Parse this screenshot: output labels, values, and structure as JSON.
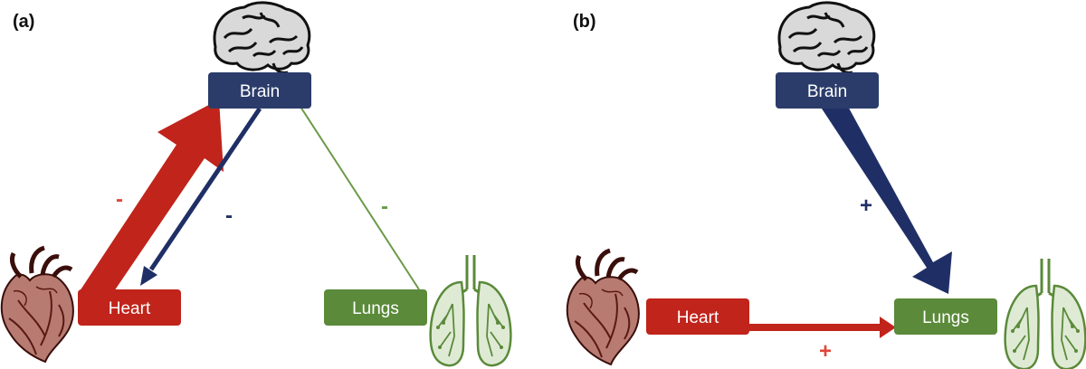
{
  "panels": [
    {
      "label": "(a)",
      "nodes": {
        "brain": "Brain",
        "heart": "Heart",
        "lungs": "Lungs"
      },
      "edges": [
        {
          "from": "Heart",
          "to": "Brain",
          "sign": "-",
          "color": "#c0241b"
        },
        {
          "from": "Brain",
          "to": "Heart",
          "sign": "-",
          "color": "#1f2f66"
        },
        {
          "from": "Brain",
          "to": "Lungs",
          "sign": "-",
          "color": "#5f8e38"
        }
      ]
    },
    {
      "label": "(b)",
      "nodes": {
        "brain": "Brain",
        "heart": "Heart",
        "lungs": "Lungs"
      },
      "edges": [
        {
          "from": "Brain",
          "to": "Lungs",
          "sign": "+",
          "color": "#1f2f66"
        },
        {
          "from": "Heart",
          "to": "Lungs",
          "sign": "+",
          "color": "#c0241b"
        }
      ]
    }
  ],
  "colors": {
    "brain": "#2b3c6b",
    "heart": "#c0241b",
    "lungs": "#5a8a3a"
  },
  "icons": [
    "brain-icon",
    "heart-icon",
    "lungs-icon"
  ]
}
